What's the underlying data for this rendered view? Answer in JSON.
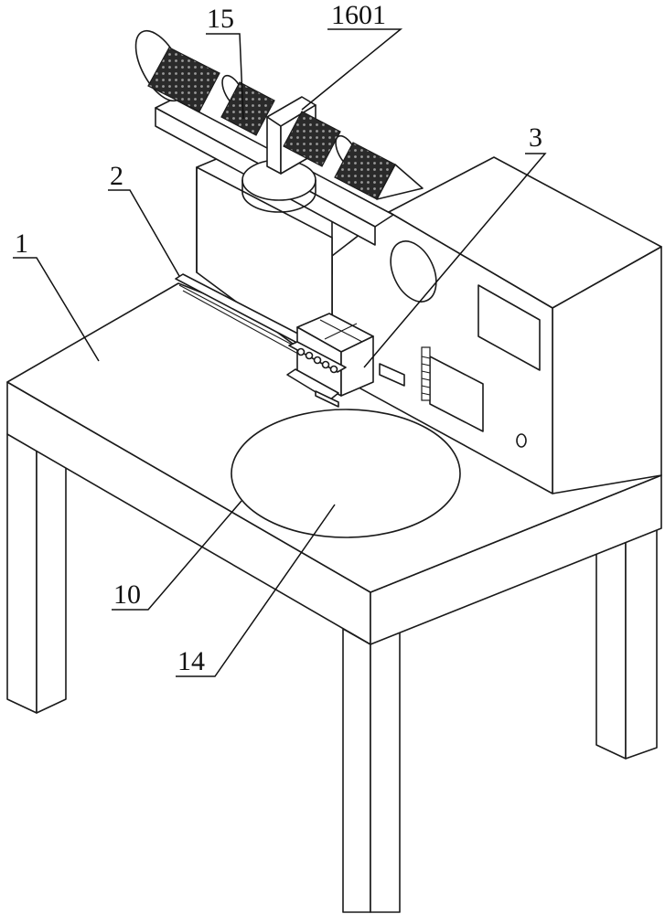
{
  "labels": {
    "l1": "1",
    "l2": "2",
    "l3": "3",
    "l10": "10",
    "l14": "14",
    "l15": "15",
    "l1601": "1601"
  }
}
